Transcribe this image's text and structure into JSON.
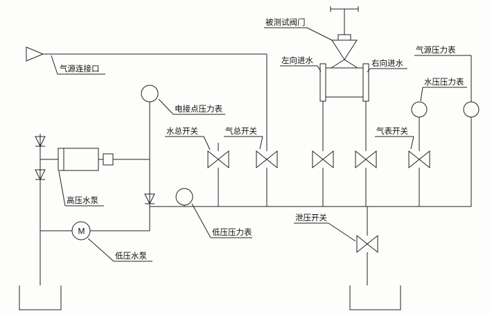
{
  "diagram": {
    "type": "valve-test-bench-schematic",
    "labels": {
      "air_connection": "气源连接口",
      "test_valve": "被测试阀门",
      "left_inlet": "左向进水",
      "right_inlet": "右向进水",
      "air_source_gauge": "气源压力表",
      "water_pressure_gauge": "水压压力表",
      "electric_contact_gauge": "电接点压力表",
      "water_main_switch": "水总开关",
      "air_main_switch": "气总开关",
      "air_gauge_switch": "气表开关",
      "high_pressure_pump": "高压水泵",
      "low_pressure_gauge": "低压压力表",
      "low_pressure_pump": "低压水泵",
      "relief_switch": "泄压开关",
      "motor_symbol": "M"
    },
    "colors": {
      "line": "#1f1f1f",
      "background": "#fdfdfb",
      "text": "#101010"
    }
  }
}
